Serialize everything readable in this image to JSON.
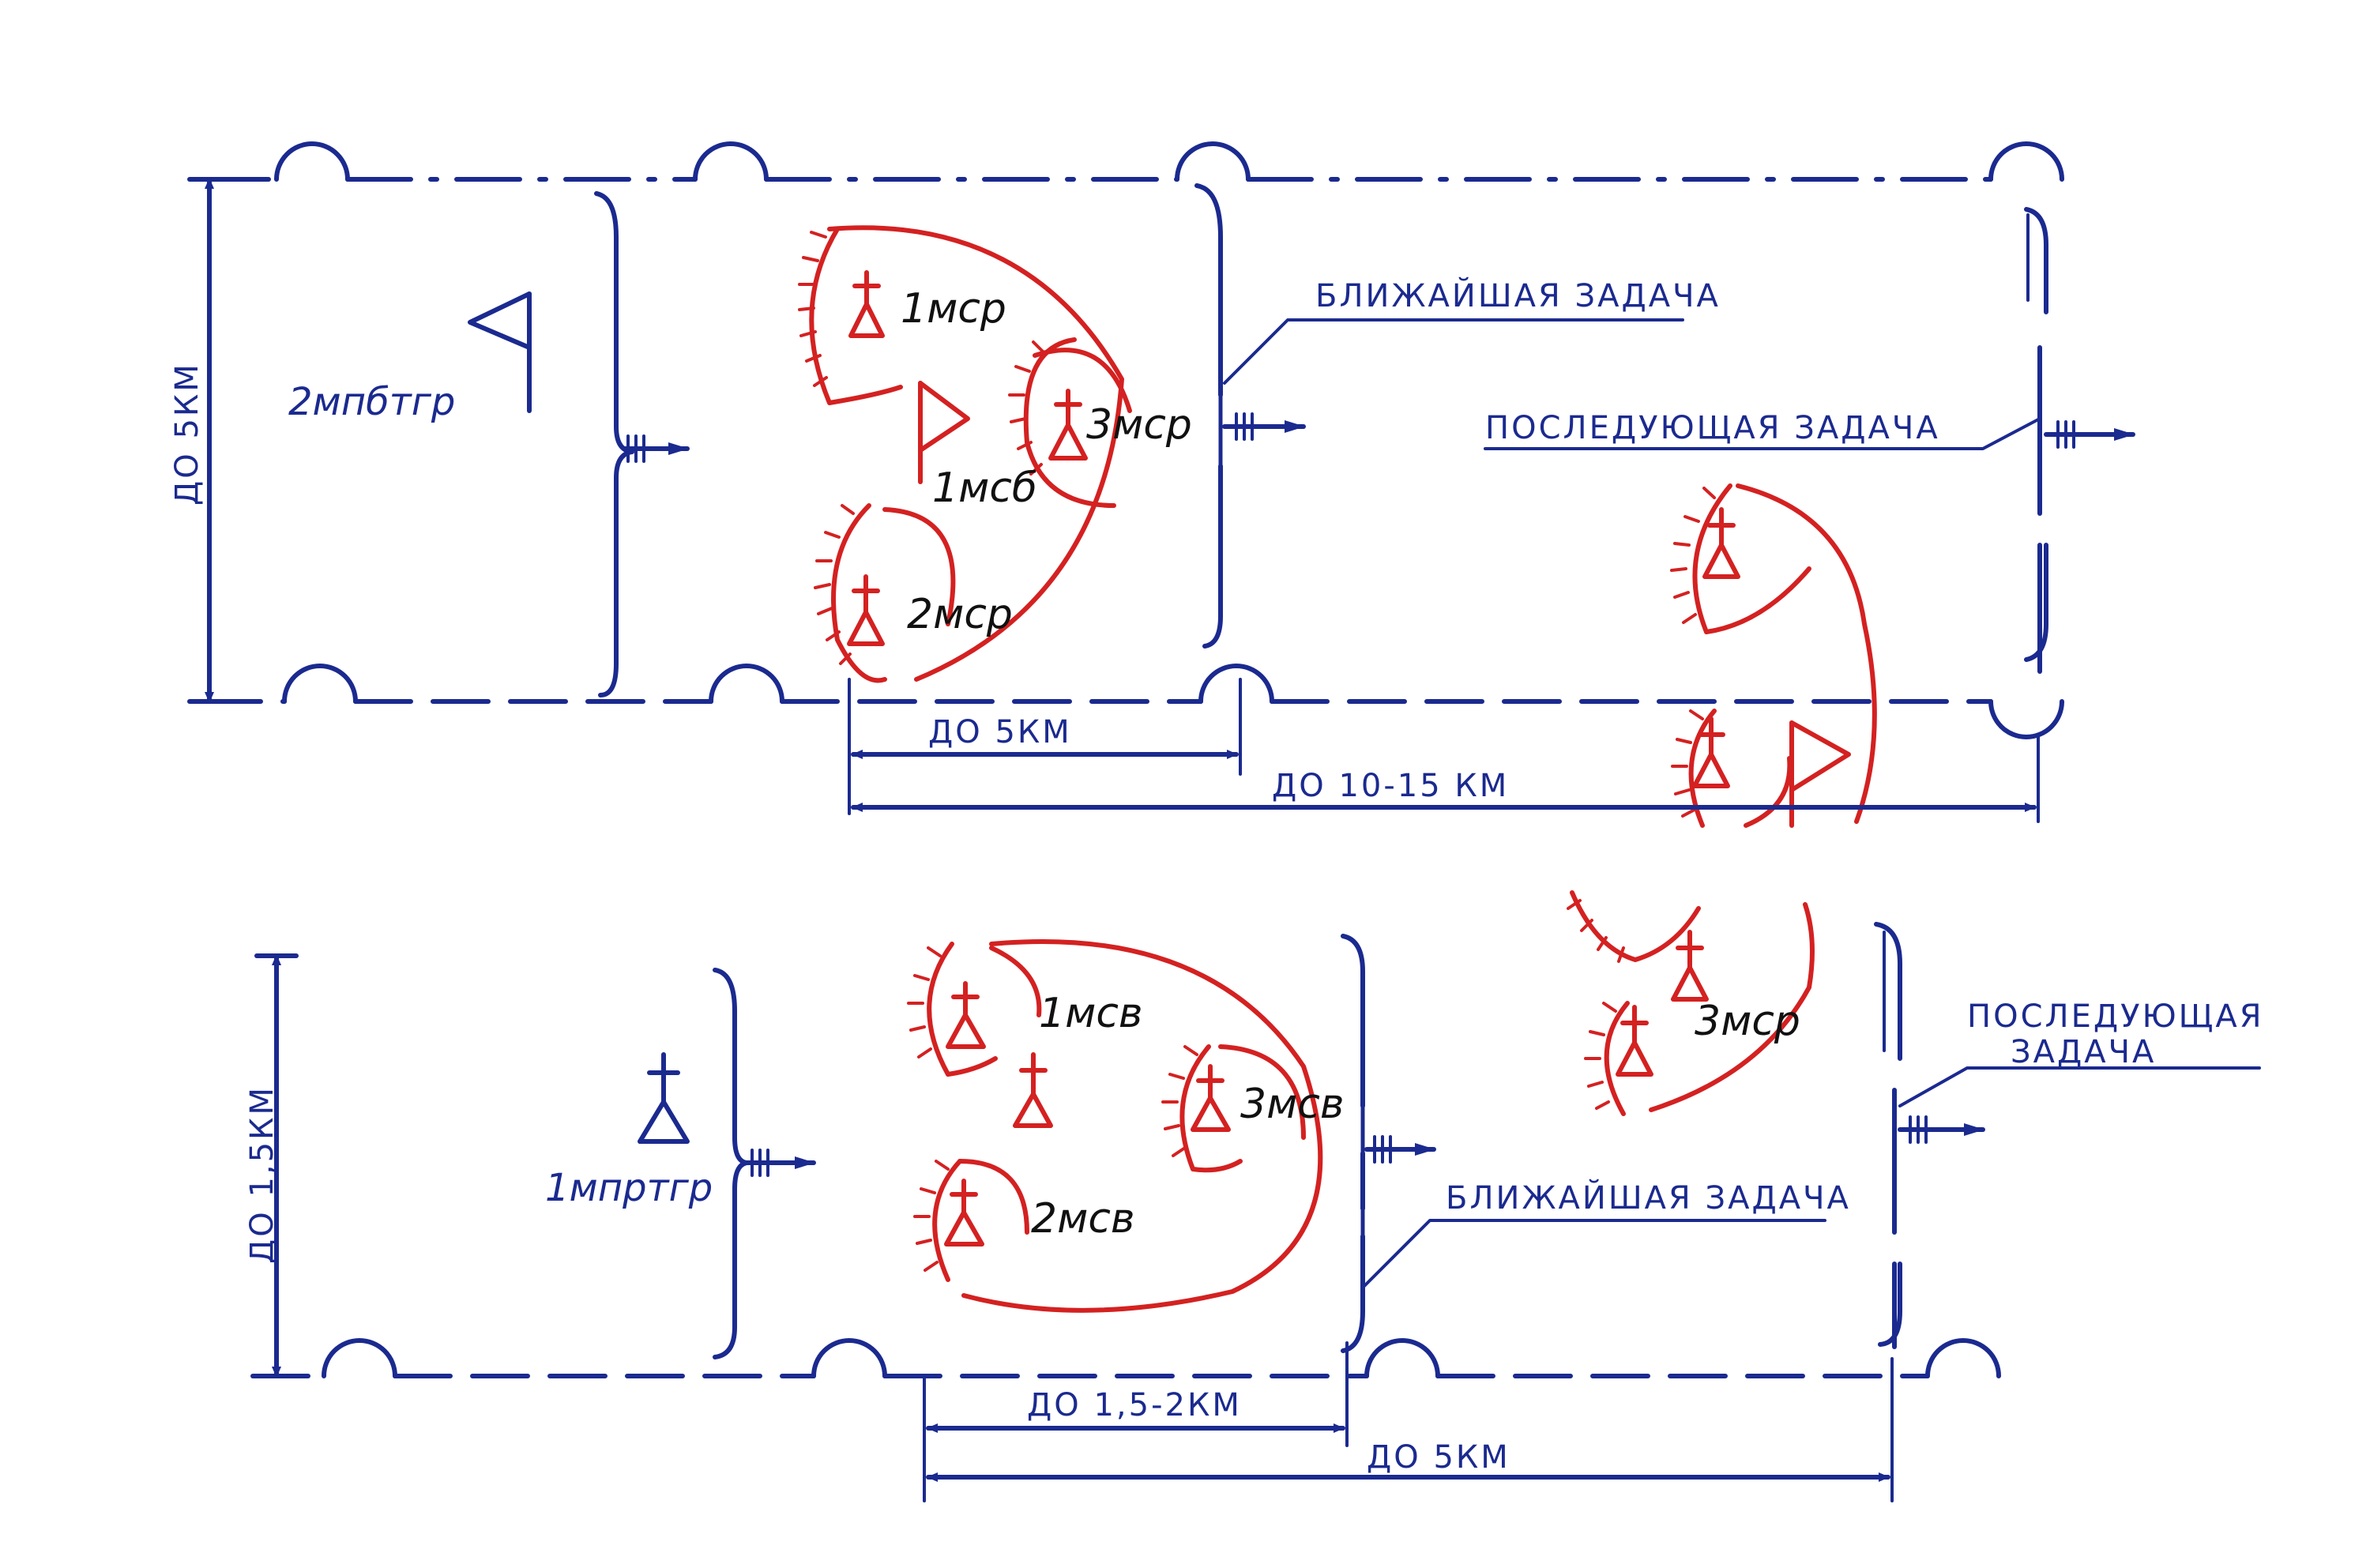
{
  "top_scheme": {
    "reserve_unit": "2мпбтгр",
    "battalion_flag": "1мсб",
    "companies": [
      "1мср",
      "3мср",
      "2мср"
    ],
    "depth_label": "ДО 5КМ",
    "immediate_task": "БЛИЖАЙШАЯ ЗАДАЧА",
    "subsequent_task": "ПОСЛЕДУЮЩАЯ ЗАДАЧА",
    "dist_near": "ДО 5КМ",
    "dist_far": "ДО 10-15 КМ"
  },
  "bottom_scheme": {
    "reserve_unit": "1мпртгр",
    "platoons": [
      "1мсв",
      "3мсв",
      "2мсв"
    ],
    "next_company": "3мср",
    "depth_label": "ДО 1,5КМ",
    "immediate_task": "БЛИЖАЙШАЯ ЗАДАЧА",
    "subsequent_task_line1": "ПОСЛЕДУЮЩАЯ",
    "subsequent_task_line2": "ЗАДАЧА",
    "dist_near": "ДО 1,5-2КМ",
    "dist_far": "ДО 5КМ"
  },
  "colors": {
    "blue": "#1b2a8f",
    "red": "#d42121"
  }
}
